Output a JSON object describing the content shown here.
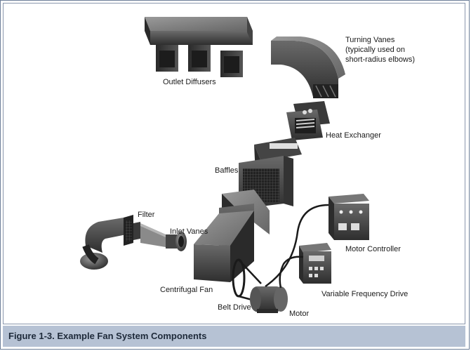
{
  "figure": {
    "caption": "Figure 1-3. Example Fan System Components",
    "labels": {
      "turning_vanes_l1": "Turning Vanes",
      "turning_vanes_l2": "(typically used on",
      "turning_vanes_l3": "short-radius elbows)",
      "outlet_diffusers": "Outlet Diffusers",
      "heat_exchanger": "Heat Exchanger",
      "baffles": "Baffles",
      "filter": "Filter",
      "inlet_vanes": "Inlet Vanes",
      "motor_controller": "Motor Controller",
      "centrifugal_fan": "Centrifugal Fan",
      "variable_frequency_drive": "Variable Frequency Drive",
      "belt_drive": "Belt Drive",
      "motor": "Motor"
    }
  },
  "colors": {
    "frame_border": "#6d7f99",
    "caption_bg": "#b6c2d4",
    "caption_text": "#1e2a3a",
    "component_dark": "#3a3a3a",
    "component_mid": "#5a5a5a",
    "component_light": "#8a8a8a"
  }
}
